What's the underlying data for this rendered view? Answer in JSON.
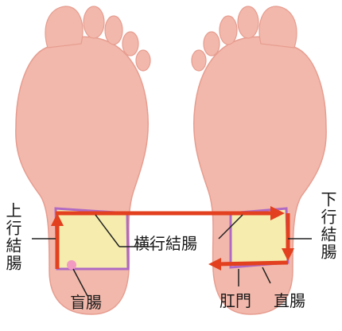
{
  "labels": {
    "ascending_colon": "上行結腸",
    "transverse_colon": "横行結腸",
    "descending_colon": "下行結腸",
    "cecum": "盲腸",
    "anus": "肛門",
    "rectum": "直腸"
  },
  "colors": {
    "skin": "#f2b8ab",
    "skin_shadow": "#e69d90",
    "zone_fill": "#f5ecae",
    "zone_border": "#b06ac3",
    "arrow": "#e2401e",
    "cecum_dot": "#f29ac1",
    "leader_line": "#222222"
  }
}
